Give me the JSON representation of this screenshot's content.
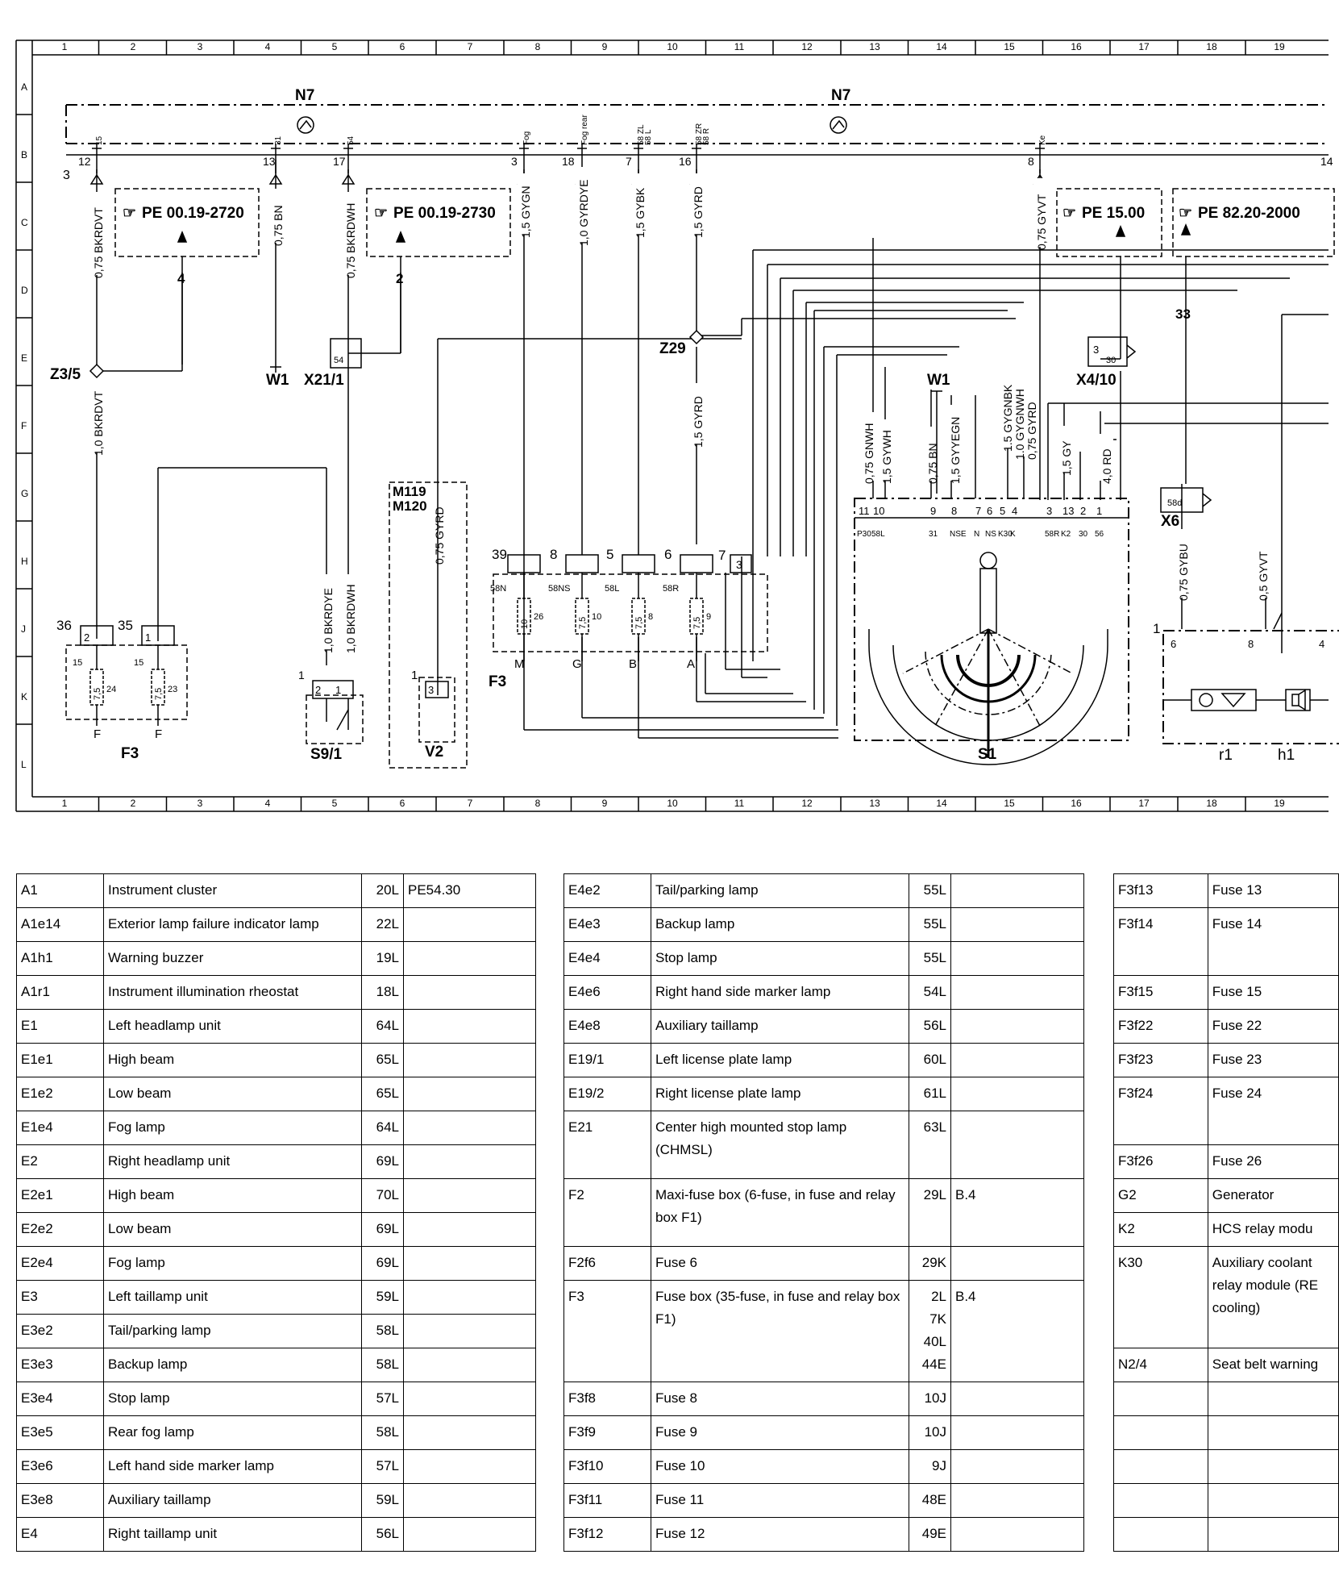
{
  "diagram": {
    "grid_columns": [
      "1",
      "2",
      "3",
      "4",
      "5",
      "6",
      "7",
      "8",
      "9",
      "10",
      "11",
      "12",
      "13",
      "14",
      "15",
      "16",
      "17",
      "18",
      "19"
    ],
    "grid_rows": [
      "A",
      "B",
      "C",
      "D",
      "E",
      "F",
      "G",
      "H",
      "J",
      "K",
      "L"
    ],
    "components": {
      "n7": "N7",
      "w1": "W1",
      "x21_1": "X21/1",
      "z3_5": "Z3/5",
      "z29": "Z29",
      "x4_10": "X4/10",
      "x6": "X6",
      "m119": "M119",
      "m120": "M120",
      "v2": "V2",
      "s9_1": "S9/1",
      "f3": "F3",
      "s1": "S1",
      "r1": "r1",
      "h1": "h1"
    },
    "refs": [
      "PE 00.19-2720",
      "PE 00.19-2730",
      "PE 15.00",
      "PE 82.20-2000"
    ],
    "ref_arrows": [
      "4",
      "2",
      "33"
    ],
    "wires": [
      "0,75 BKRDVT",
      "0,75 BN",
      "0,75 BKRDWH",
      "1,5 GYGN",
      "1,0 GYRDYE",
      "1,5 GYBK",
      "1,5 GYRD",
      "0,75 GYVT",
      "1,0 BKRDVT",
      "1,5 GYRD",
      "0,75 GYRD",
      "1,0 BKRDYE",
      "1,0 BKRDWH",
      "0,75 GNWH",
      "1,5 GYWH",
      "0,75 BN",
      "1,5 GYYEGN",
      "1,5 GYGNBK",
      "1,0 GYGNWH",
      "0,75 GYRD",
      "1,5 GY",
      "4,0 RD",
      "0,75 GYBU",
      "0,5 GYVT"
    ],
    "n7_pins": [
      "12",
      "13",
      "17",
      "3",
      "18",
      "7",
      "16",
      "8",
      "14"
    ],
    "n7_pin_labels": [
      "15",
      "31",
      "54",
      "Fog",
      "Fog rear",
      "58 ZL\n58 L",
      "58 ZR\n58 R",
      "Ke"
    ],
    "n7_edge": "3",
    "x21_pin": "54",
    "x4_pins": [
      "3",
      "30"
    ],
    "x6_pin": "58d",
    "fuses_left": [
      {
        "pin": "36",
        "in": "2",
        "rating": "7,5",
        "no": "24",
        "label": "15"
      },
      {
        "pin": "35",
        "in": "1",
        "rating": "7,5",
        "no": "23",
        "label": "15"
      }
    ],
    "fuses_mid": [
      {
        "pin": "39",
        "term": "58N",
        "rating": "10",
        "no": "26",
        "out": "M"
      },
      {
        "pin": "8",
        "term": "58NS",
        "rating": "7,5",
        "no": "10",
        "out": "G"
      },
      {
        "pin": "5",
        "term": "58L",
        "rating": "7,5",
        "no": "8",
        "out": "B"
      },
      {
        "pin": "6",
        "term": "58R",
        "rating": "7,5",
        "no": "9",
        "out": "A"
      }
    ],
    "fuse_out_f": "F",
    "f3_pin7": "7",
    "f3_pin7_in": "3",
    "s1_pins": [
      "11",
      "10",
      "9",
      "8",
      "7",
      "6",
      "5",
      "4",
      "3",
      "13",
      "2",
      "1"
    ],
    "s1_terms": [
      "P30",
      "58L",
      "31",
      "NSE",
      "N",
      "NS",
      "K30",
      "K",
      "58R",
      "K2",
      "30",
      "56"
    ],
    "s9_pins": [
      "1",
      "2",
      "1"
    ],
    "v2_pins": [
      "1",
      "3"
    ],
    "cluster_pins": [
      "1",
      "6",
      "8",
      "4"
    ]
  },
  "legend": {
    "table1": [
      {
        "code": "A1",
        "desc": "Instrument cluster",
        "loc": "20L",
        "ref": "PE54.30"
      },
      {
        "code": "A1e14",
        "desc": "Exterior lamp failure indicator lamp",
        "loc": "22L",
        "ref": ""
      },
      {
        "code": "A1h1",
        "desc": "Warning buzzer",
        "loc": "19L",
        "ref": ""
      },
      {
        "code": "A1r1",
        "desc": "Instrument illumination rheostat",
        "loc": "18L",
        "ref": ""
      },
      {
        "code": "E1",
        "desc": "Left headlamp unit",
        "loc": "64L",
        "ref": ""
      },
      {
        "code": "E1e1",
        "desc": "High beam",
        "loc": "65L",
        "ref": ""
      },
      {
        "code": "E1e2",
        "desc": "Low beam",
        "loc": "65L",
        "ref": ""
      },
      {
        "code": "E1e4",
        "desc": "Fog lamp",
        "loc": "64L",
        "ref": ""
      },
      {
        "code": "E2",
        "desc": "Right headlamp unit",
        "loc": "69L",
        "ref": ""
      },
      {
        "code": "E2e1",
        "desc": "High beam",
        "loc": "70L",
        "ref": ""
      },
      {
        "code": "E2e2",
        "desc": "Low beam",
        "loc": "69L",
        "ref": ""
      },
      {
        "code": "E2e4",
        "desc": "Fog lamp",
        "loc": "69L",
        "ref": ""
      },
      {
        "code": "E3",
        "desc": "Left taillamp unit",
        "loc": "59L",
        "ref": ""
      },
      {
        "code": "E3e2",
        "desc": "Tail/parking lamp",
        "loc": "58L",
        "ref": ""
      },
      {
        "code": "E3e3",
        "desc": "Backup lamp",
        "loc": "58L",
        "ref": ""
      },
      {
        "code": "E3e4",
        "desc": "Stop lamp",
        "loc": "57L",
        "ref": ""
      },
      {
        "code": "E3e5",
        "desc": "Rear fog lamp",
        "loc": "58L",
        "ref": ""
      },
      {
        "code": "E3e6",
        "desc": "Left hand side marker lamp",
        "loc": "57L",
        "ref": ""
      },
      {
        "code": "E3e8",
        "desc": "Auxiliary taillamp",
        "loc": "59L",
        "ref": ""
      },
      {
        "code": "E4",
        "desc": "Right taillamp unit",
        "loc": "56L",
        "ref": ""
      }
    ],
    "table2": [
      {
        "code": "E4e2",
        "desc": "Tail/parking lamp",
        "loc": "55L",
        "ref": ""
      },
      {
        "code": "E4e3",
        "desc": "Backup lamp",
        "loc": "55L",
        "ref": ""
      },
      {
        "code": "E4e4",
        "desc": "Stop lamp",
        "loc": "55L",
        "ref": ""
      },
      {
        "code": "E4e6",
        "desc": "Right hand side marker lamp",
        "loc": "54L",
        "ref": ""
      },
      {
        "code": "E4e8",
        "desc": "Auxiliary taillamp",
        "loc": "56L",
        "ref": ""
      },
      {
        "code": "E19/1",
        "desc": "Left license plate lamp",
        "loc": "60L",
        "ref": ""
      },
      {
        "code": "E19/2",
        "desc": "Right license plate lamp",
        "loc": "61L",
        "ref": ""
      },
      {
        "code": "E21",
        "desc": "Center high mounted stop lamp (CHMSL)",
        "loc": "63L",
        "ref": "",
        "lines": 2
      },
      {
        "code": "F2",
        "desc": "Maxi-fuse box (6-fuse, in fuse and relay box F1)",
        "loc": "29L",
        "ref": "B.4",
        "lines": 2
      },
      {
        "code": "F2f6",
        "desc": "Fuse 6",
        "loc": "29K",
        "ref": ""
      },
      {
        "code": "F3",
        "desc": "Fuse box (35-fuse, in fuse and relay box F1)",
        "loc": "2L\n7K\n40L\n44E",
        "ref": "B.4",
        "lines": 3
      },
      {
        "code": "F3f8",
        "desc": "Fuse 8",
        "loc": "10J",
        "ref": ""
      },
      {
        "code": "F3f9",
        "desc": "Fuse 9",
        "loc": "10J",
        "ref": ""
      },
      {
        "code": "F3f10",
        "desc": "Fuse 10",
        "loc": "9J",
        "ref": ""
      },
      {
        "code": "F3f11",
        "desc": "Fuse 11",
        "loc": "48E",
        "ref": ""
      },
      {
        "code": "F3f12",
        "desc": "Fuse 12",
        "loc": "49E",
        "ref": ""
      }
    ],
    "table3": [
      {
        "code": "F3f13",
        "desc": "Fuse 13"
      },
      {
        "code": "F3f14",
        "desc": "Fuse 14",
        "lines": 2
      },
      {
        "code": "F3f15",
        "desc": "Fuse 15"
      },
      {
        "code": "F3f22",
        "desc": "Fuse 22"
      },
      {
        "code": "F3f23",
        "desc": "Fuse 23"
      },
      {
        "code": "F3f24",
        "desc": "Fuse 24",
        "lines": 2
      },
      {
        "code": "F3f26",
        "desc": "Fuse 26"
      },
      {
        "code": "G2",
        "desc": "Generator"
      },
      {
        "code": "K2",
        "desc": "HCS relay modu"
      },
      {
        "code": "K30",
        "desc": "Auxiliary coolant relay module (RE cooling)",
        "lines": 3
      },
      {
        "code": "N2/4",
        "desc": "Seat belt warning"
      },
      {
        "code": "",
        "desc": ""
      },
      {
        "code": "",
        "desc": ""
      },
      {
        "code": "",
        "desc": ""
      },
      {
        "code": "",
        "desc": ""
      },
      {
        "code": "",
        "desc": ""
      }
    ]
  }
}
